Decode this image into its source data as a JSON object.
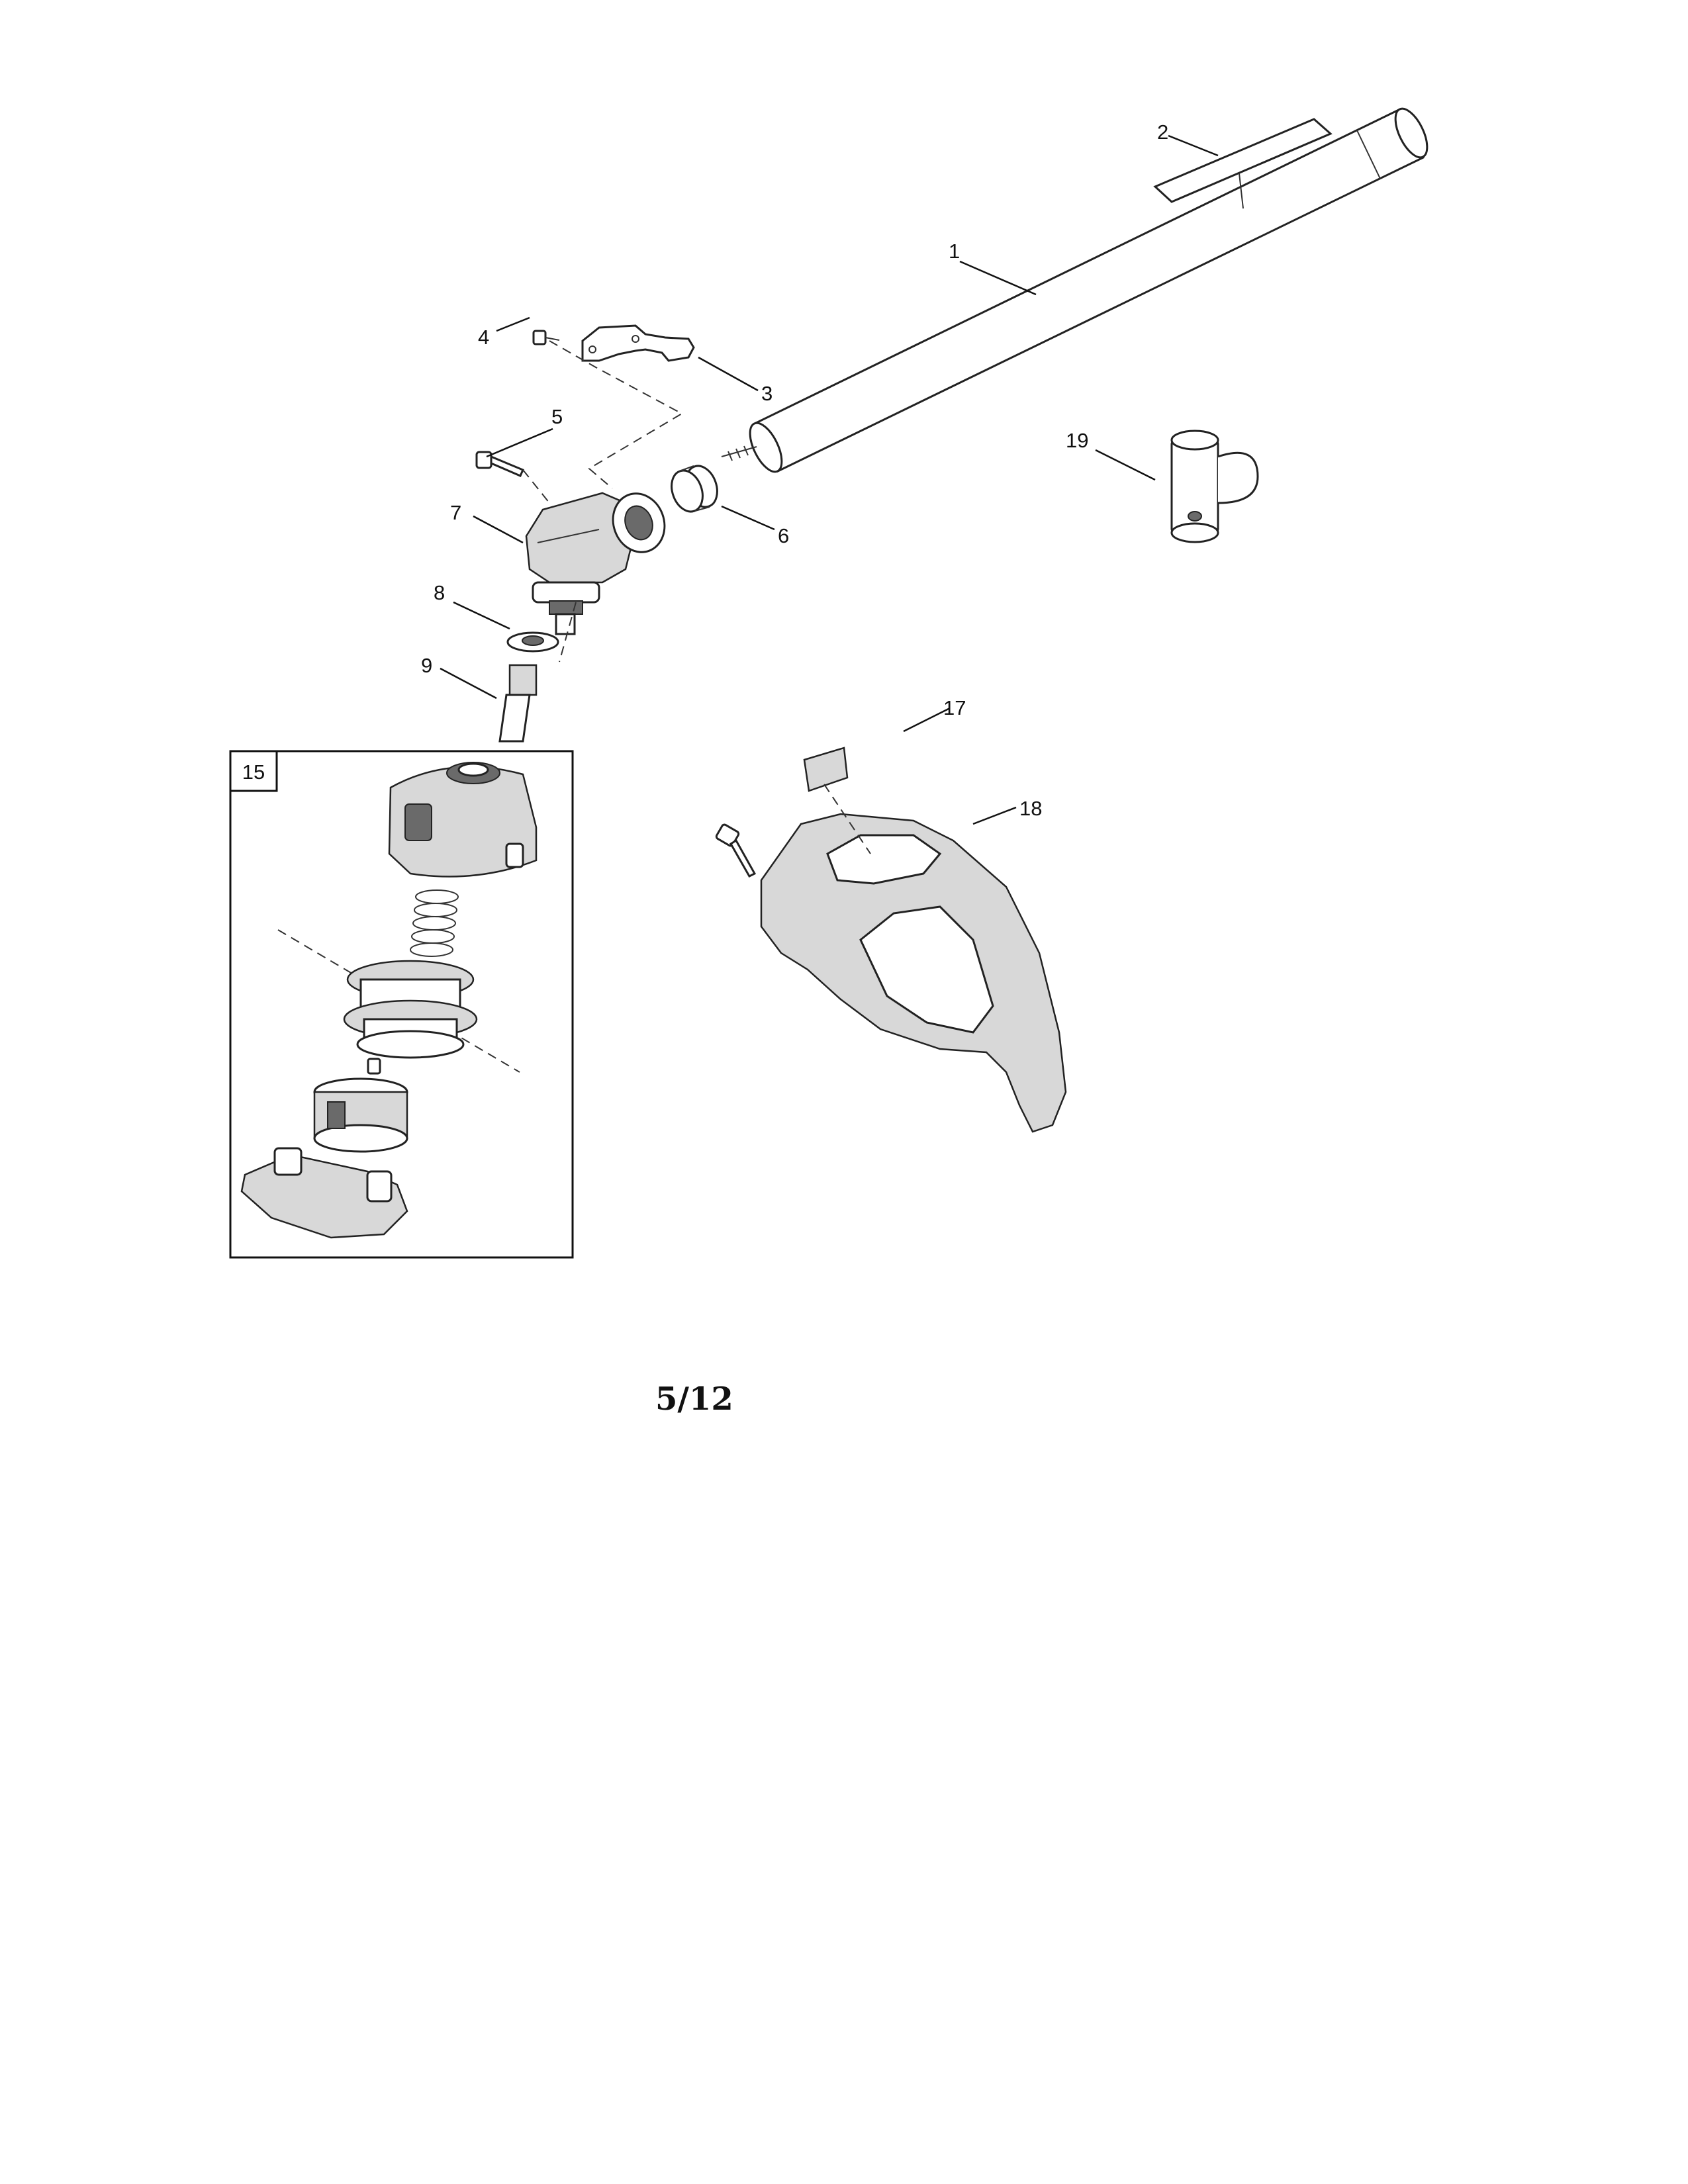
{
  "callouts": {
    "c1": "1",
    "c2": "2",
    "c3": "3",
    "c4": "4",
    "c5": "5",
    "c6": "6",
    "c7": "7",
    "c8": "8",
    "c9": "9",
    "c17": "17",
    "c18": "18",
    "c19": "19"
  },
  "inset": {
    "label": "15"
  },
  "page": {
    "number": "5/12"
  }
}
